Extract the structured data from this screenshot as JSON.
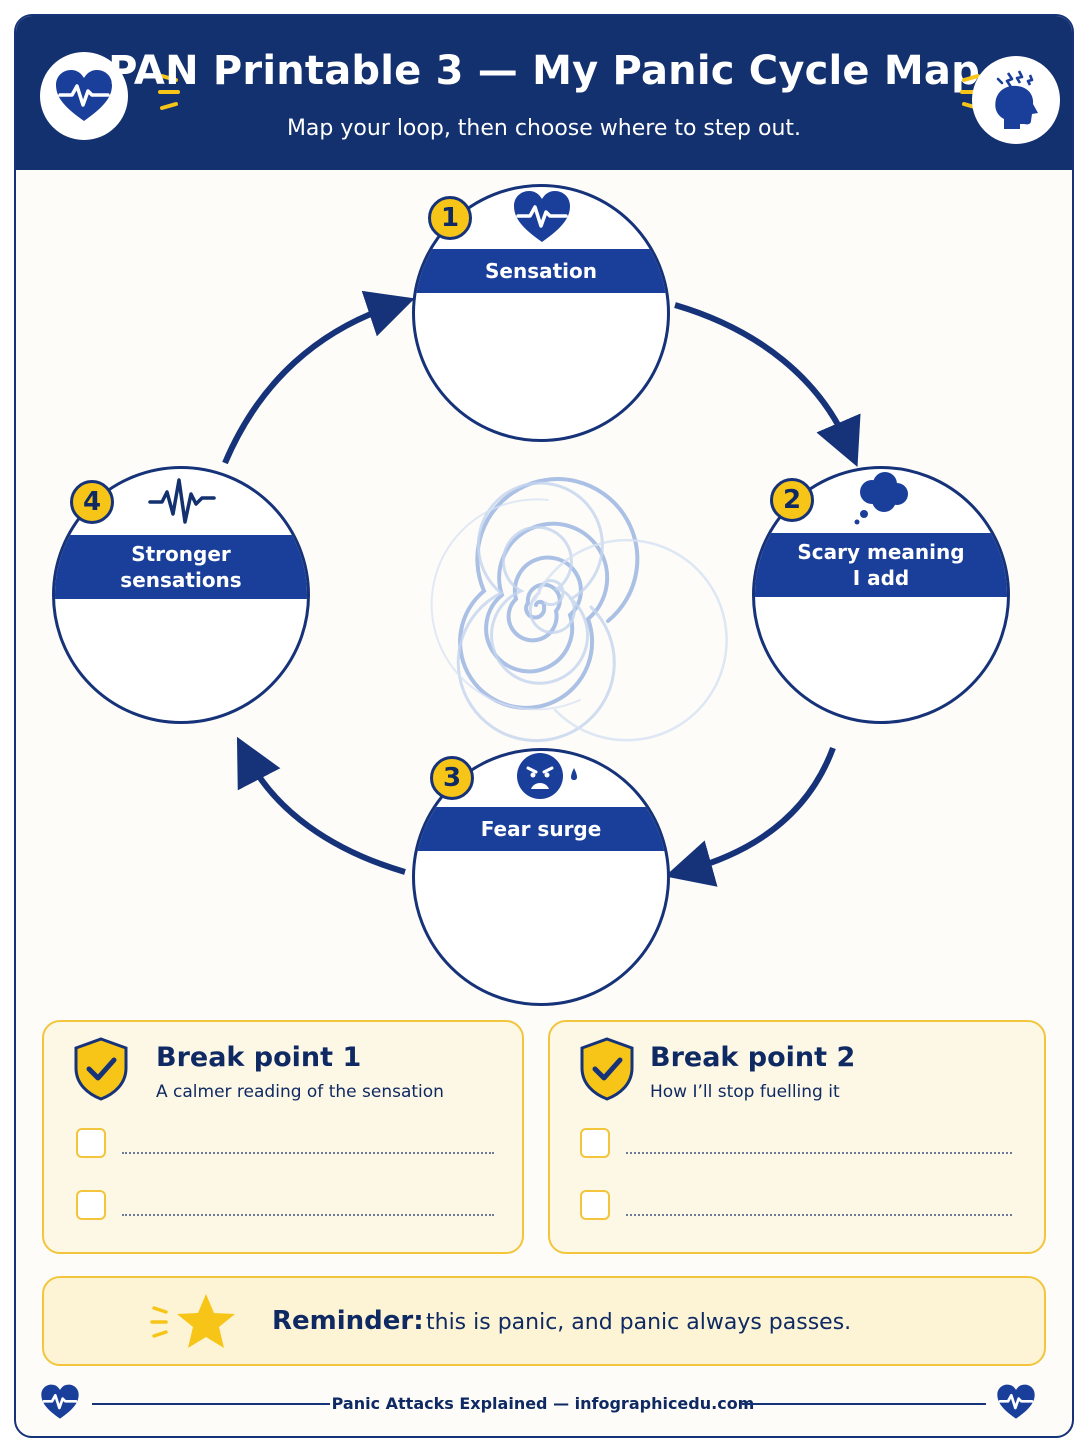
{
  "header": {
    "title": "PAN Printable 3 — My Panic Cycle Map",
    "subtitle": "Map your loop, then choose where to step out."
  },
  "cycle": {
    "nodes": [
      {
        "number": "1",
        "label": "Sensation",
        "icon": "heartbeat-heart-icon"
      },
      {
        "number": "2",
        "label": "Scary meaning\nI add",
        "icon": "thought-cloud-icon"
      },
      {
        "number": "3",
        "label": "Fear surge",
        "icon": "fearful-face-icon"
      },
      {
        "number": "4",
        "label": "Stronger\nsensations",
        "icon": "pulse-wave-icon"
      }
    ],
    "center_icon": "spiral-swirl-icon"
  },
  "break_points": [
    {
      "title": "Break point 1",
      "subtitle": "A calmer reading of the sensation",
      "icon": "shield-check-icon"
    },
    {
      "title": "Break point 2",
      "subtitle": "How I’ll stop fuelling it",
      "icon": "shield-check-icon"
    }
  ],
  "reminder": {
    "label": "Reminder:",
    "text": "this is panic, and panic always passes.",
    "icon": "star-icon"
  },
  "footer": {
    "text": "Panic Attacks Explained — infographicedu.com"
  },
  "colors": {
    "navy": "#13306f",
    "band_blue": "#1a3f9a",
    "accent_yellow": "#f6c518",
    "card_fill": "#fdf7e6"
  }
}
